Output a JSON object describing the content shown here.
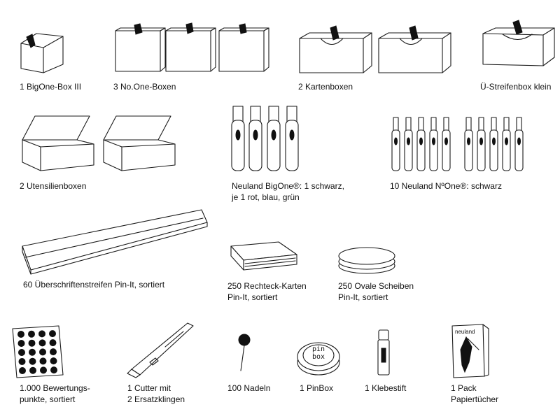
{
  "items": {
    "bigone_box": {
      "label": "1 BigOne-Box III"
    },
    "noone_boxes": {
      "label": "3 No.One-Boxen"
    },
    "kartenboxen": {
      "label": "2 Kartenboxen"
    },
    "streifenbox": {
      "label": "Ü-Streifenbox klein"
    },
    "utensilienboxen": {
      "label": "2 Utensilienboxen"
    },
    "bigone_marker": {
      "line1": "Neuland BigOne®: 1 schwarz,",
      "line2": "je 1 rot, blau, grün"
    },
    "noone_marker": {
      "label": "10 Neuland NºOne®: schwarz"
    },
    "streifen": {
      "label": "60 Überschriftenstreifen Pin-It, sortiert"
    },
    "rechteck": {
      "line1": "250 Rechteck-Karten",
      "line2": "Pin-It, sortiert"
    },
    "ovale": {
      "line1": "250 Ovale Scheiben",
      "line2": "Pin-It, sortiert"
    },
    "punkte": {
      "line1": "1.000 Bewertungs-",
      "line2": "punkte, sortiert"
    },
    "cutter": {
      "line1": "1 Cutter mit",
      "line2": "2 Ersatzklingen"
    },
    "nadeln": {
      "label": "100 Nadeln"
    },
    "pinbox": {
      "label": "1 PinBox",
      "lid_text": "pin box"
    },
    "klebestift": {
      "label": "1 Klebestift"
    },
    "papiertuecher": {
      "line1": "1 Pack",
      "line2": "Papiertücher",
      "pack_brand": "neuland"
    }
  }
}
